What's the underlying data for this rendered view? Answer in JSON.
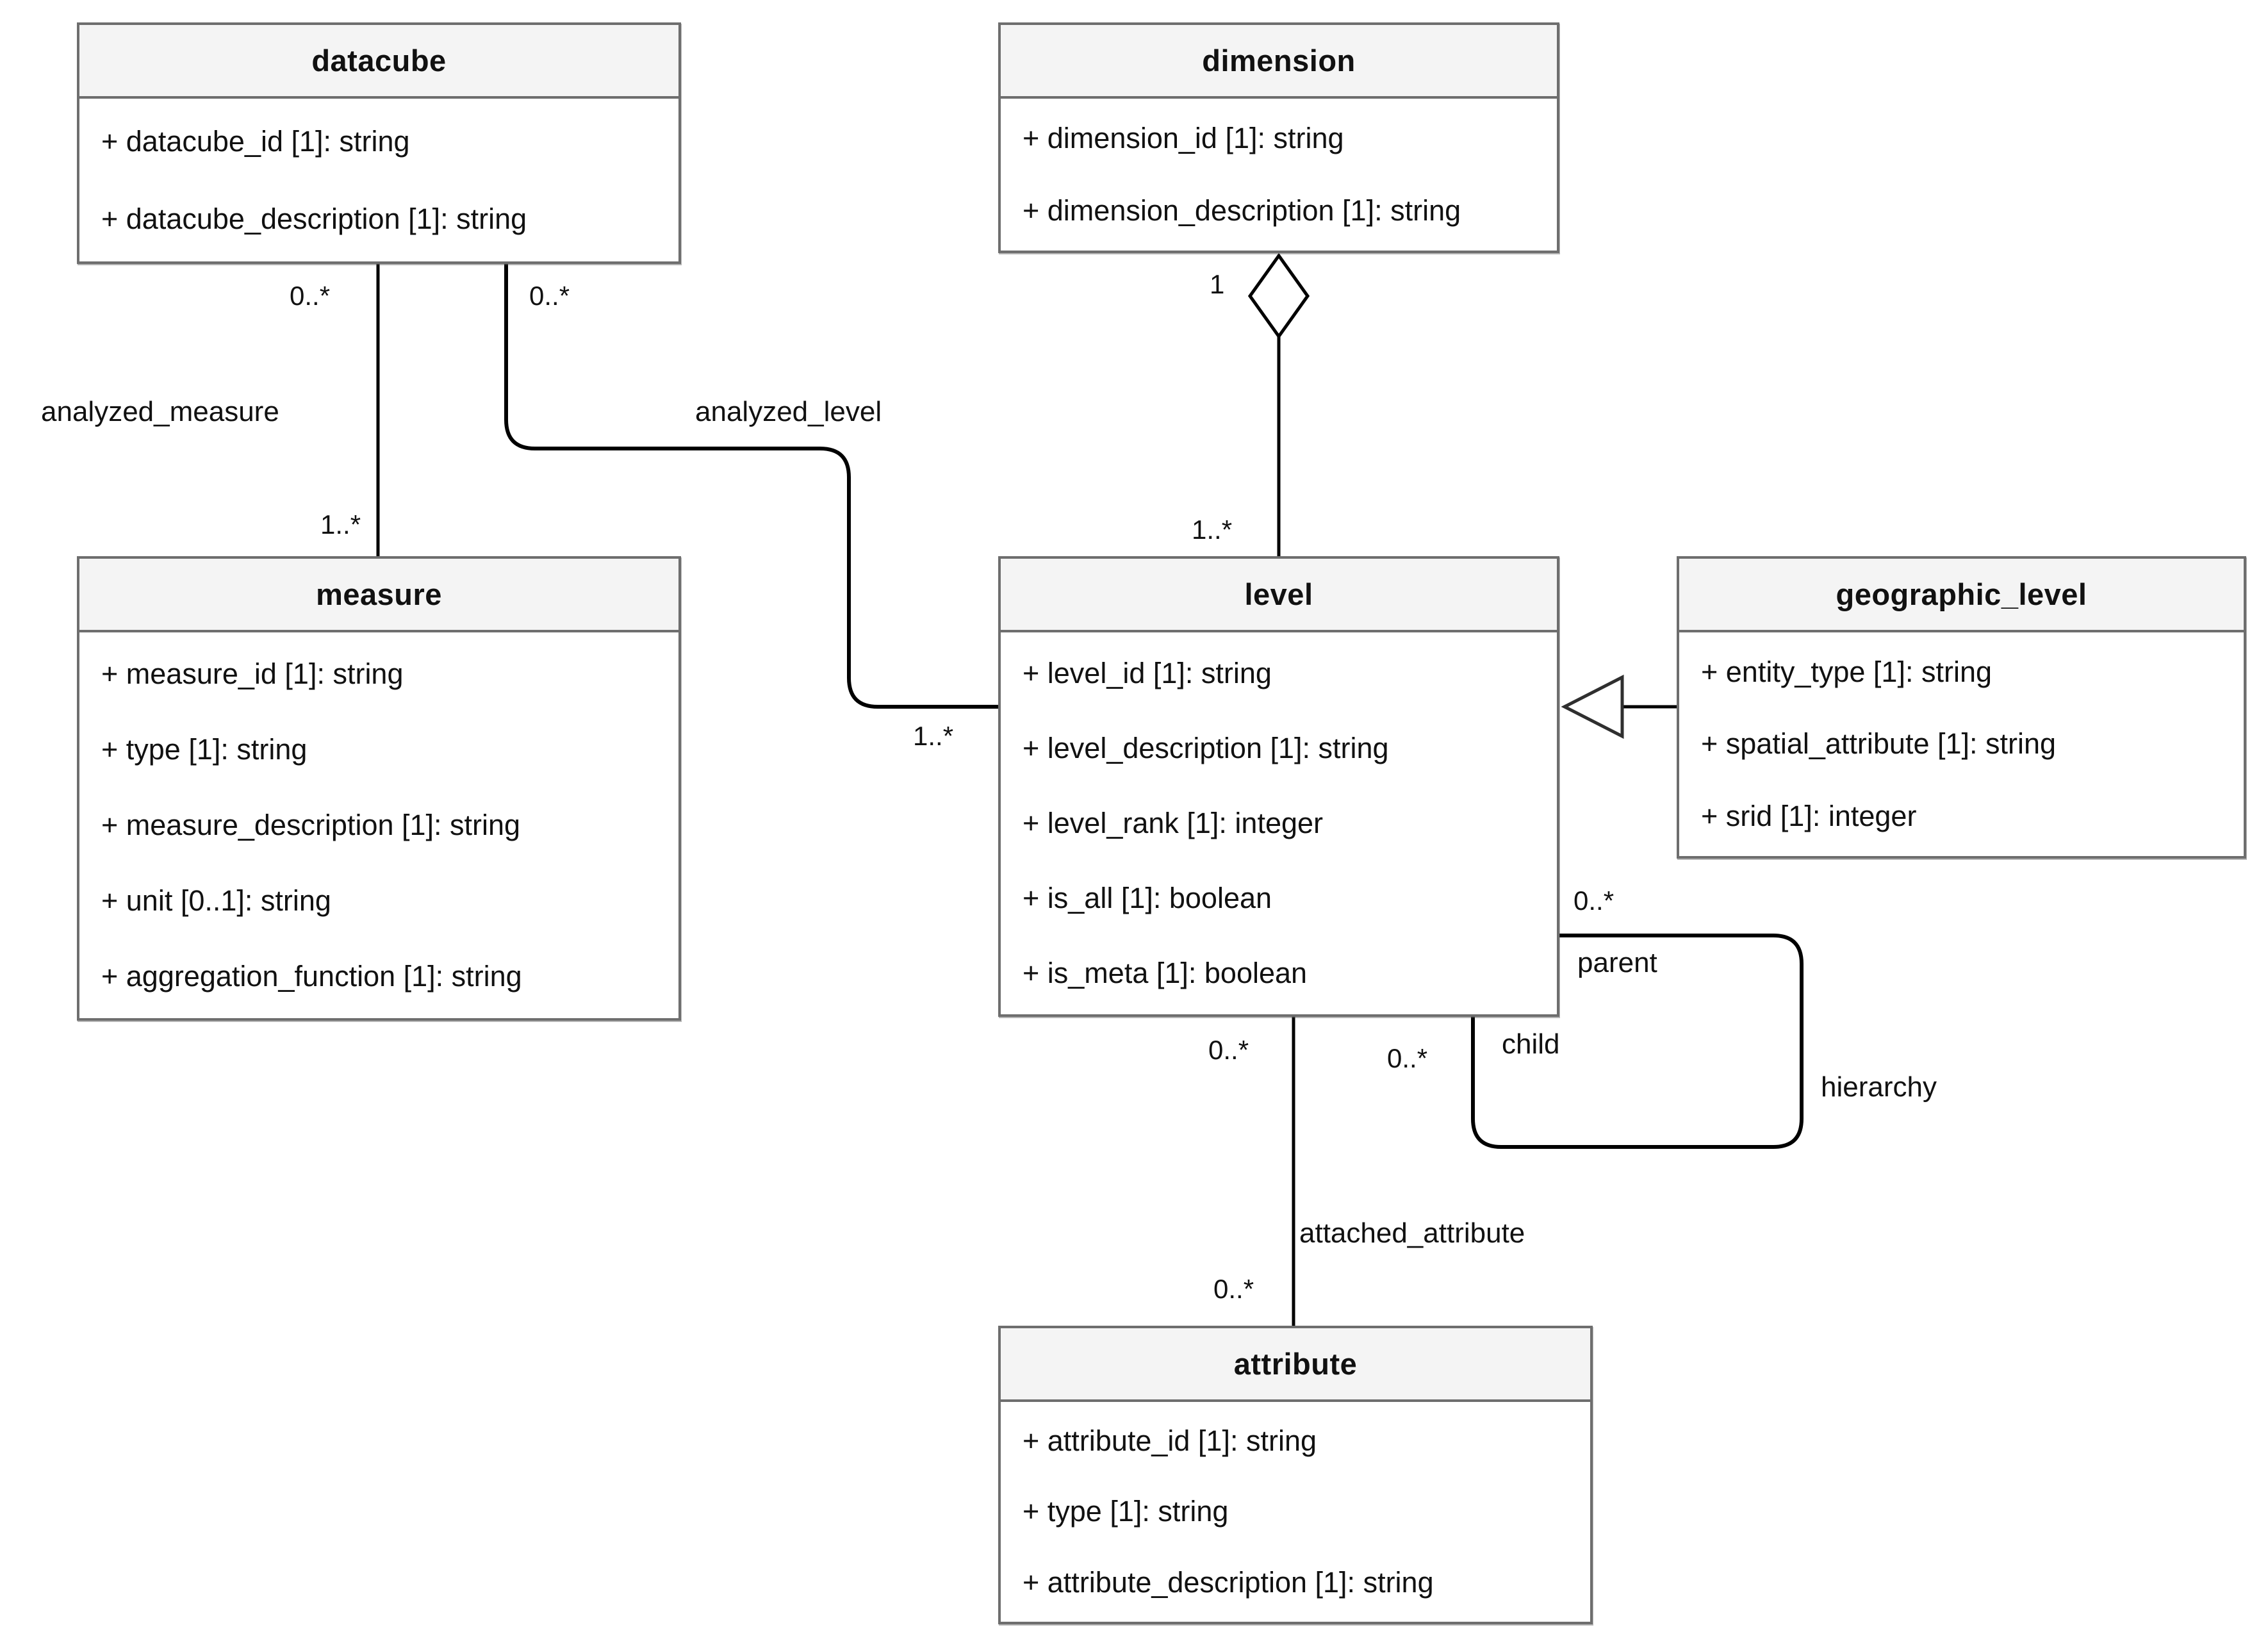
{
  "diagram_type": "uml-class-diagram",
  "classes": [
    {
      "id": "datacube",
      "title": "datacube",
      "attributes": [
        "+ datacube_id [1]: string",
        "+ datacube_description [1]: string"
      ]
    },
    {
      "id": "dimension",
      "title": "dimension",
      "attributes": [
        "+ dimension_id [1]: string",
        "+ dimension_description [1]: string"
      ]
    },
    {
      "id": "measure",
      "title": "measure",
      "attributes": [
        "+ measure_id [1]: string",
        "+ type [1]: string",
        "+ measure_description [1]: string",
        "+ unit [0..1]: string",
        "+ aggregation_function [1]: string"
      ]
    },
    {
      "id": "level",
      "title": "level",
      "attributes": [
        "+ level_id [1]: string",
        "+ level_description [1]: string",
        "+ level_rank [1]: integer",
        "+ is_all [1]: boolean",
        "+ is_meta [1]: boolean"
      ]
    },
    {
      "id": "geographic_level",
      "title": "geographic_level",
      "attributes": [
        "+ entity_type [1]: string",
        "+ spatial_attribute [1]: string",
        "+ srid [1]: integer"
      ]
    },
    {
      "id": "attribute",
      "title": "attribute",
      "attributes": [
        "+ attribute_id [1]: string",
        "+ type [1]: string",
        "+ attribute_description [1]: string"
      ]
    }
  ],
  "associations": {
    "analyzed_measure": {
      "name": "analyzed_measure",
      "source": "datacube",
      "target": "measure",
      "source_mult": "0..*",
      "target_mult": "1..*"
    },
    "analyzed_level": {
      "name": "analyzed_level",
      "source": "datacube",
      "target": "level",
      "source_mult": "0..*",
      "target_mult": "1..*"
    },
    "dimension_level": {
      "kind": "aggregation",
      "source": "dimension",
      "target": "level",
      "source_mult": "1",
      "target_mult": "1..*"
    },
    "geographic_level_generalization": {
      "kind": "generalization",
      "source": "geographic_level",
      "target": "level"
    },
    "hierarchy": {
      "name": "hierarchy",
      "source": "level",
      "target": "level",
      "parent_role": "parent",
      "parent_mult": "0..*",
      "child_role": "child",
      "child_mult": "0..*"
    },
    "attached_attribute": {
      "name": "attached_attribute",
      "source": "level",
      "target": "attribute",
      "source_mult": "0..*",
      "target_mult": "0..*"
    }
  },
  "colors": {
    "box_border": "#6e6e6e",
    "header_fill": "#f4f4f4",
    "line": "#000000",
    "text": "#111111",
    "background": "#ffffff"
  }
}
